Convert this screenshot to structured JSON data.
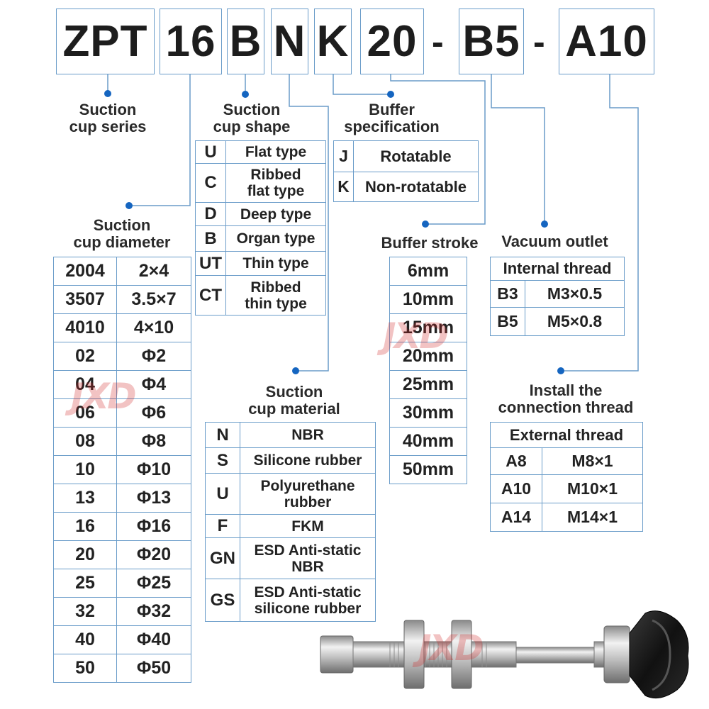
{
  "code": {
    "parts": [
      "ZPT",
      "16",
      "B",
      "N",
      "K",
      "20",
      "B5",
      "A10"
    ],
    "dash": "-"
  },
  "labels": {
    "series": [
      "Suction",
      "cup series"
    ],
    "shape": [
      "Suction",
      "cup shape"
    ],
    "buffer_spec": [
      "Buffer",
      "specification"
    ],
    "diameter": [
      "Suction",
      "cup diameter"
    ],
    "buffer_stroke": "Buffer stroke",
    "vacuum_outlet": "Vacuum outlet",
    "material": [
      "Suction",
      "cup material"
    ],
    "connection": [
      "Install the",
      "connection thread"
    ]
  },
  "shape_table": [
    {
      "code": "U",
      "desc": [
        "Flat type"
      ]
    },
    {
      "code": "C",
      "desc": [
        "Ribbed",
        "flat type"
      ]
    },
    {
      "code": "D",
      "desc": [
        "Deep type"
      ]
    },
    {
      "code": "B",
      "desc": [
        "Organ type"
      ]
    },
    {
      "code": "UT",
      "desc": [
        "Thin type"
      ]
    },
    {
      "code": "CT",
      "desc": [
        "Ribbed",
        "thin type"
      ]
    }
  ],
  "buffer_table": [
    {
      "code": "J",
      "desc": "Rotatable"
    },
    {
      "code": "K",
      "desc": "Non-rotatable"
    }
  ],
  "diameter_table": [
    [
      "2004",
      "2×4"
    ],
    [
      "3507",
      "3.5×7"
    ],
    [
      "4010",
      "4×10"
    ],
    [
      "02",
      "Φ2"
    ],
    [
      "04",
      "Φ4"
    ],
    [
      "06",
      "Φ6"
    ],
    [
      "08",
      "Φ8"
    ],
    [
      "10",
      "Φ10"
    ],
    [
      "13",
      "Φ13"
    ],
    [
      "16",
      "Φ16"
    ],
    [
      "20",
      "Φ20"
    ],
    [
      "25",
      "Φ25"
    ],
    [
      "32",
      "Φ32"
    ],
    [
      "40",
      "Φ40"
    ],
    [
      "50",
      "Φ50"
    ]
  ],
  "stroke_table": [
    "6mm",
    "10mm",
    "15mm",
    "20mm",
    "25mm",
    "30mm",
    "40mm",
    "50mm"
  ],
  "vacuum_table": {
    "header": "Internal thread",
    "rows": [
      [
        "B3",
        "M3×0.5"
      ],
      [
        "B5",
        "M5×0.8"
      ]
    ]
  },
  "material_table": [
    {
      "code": "N",
      "desc": [
        "NBR"
      ]
    },
    {
      "code": "S",
      "desc": [
        "Silicone rubber"
      ]
    },
    {
      "code": "U",
      "desc": [
        "Polyurethane",
        "rubber"
      ]
    },
    {
      "code": "F",
      "desc": [
        "FKM"
      ]
    },
    {
      "code": "GN",
      "desc": [
        "ESD Anti-static",
        "NBR"
      ]
    },
    {
      "code": "GS",
      "desc": [
        "ESD Anti-static",
        "silicone rubber"
      ]
    }
  ],
  "connection_table": {
    "header": "External thread",
    "rows": [
      [
        "A8",
        "M8×1"
      ],
      [
        "A10",
        "M10×1"
      ],
      [
        "A14",
        "M14×1"
      ]
    ]
  },
  "watermark": "JXD",
  "colors": {
    "border": "#6a9cc9",
    "dot": "#1565c0",
    "text": "#222222"
  }
}
